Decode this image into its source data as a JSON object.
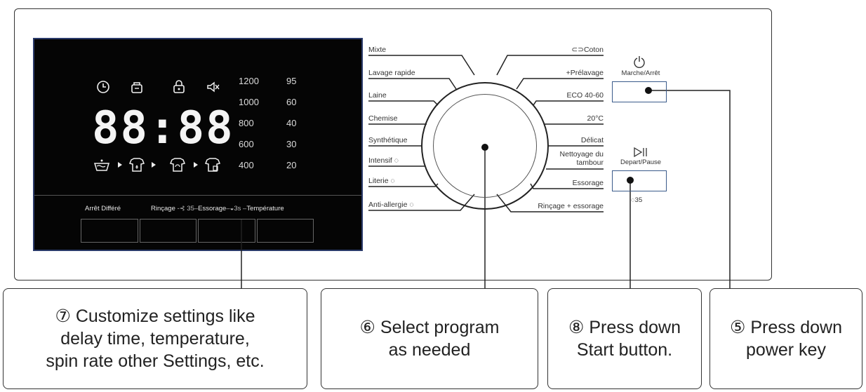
{
  "display": {
    "time": "88:88",
    "spin_values": [
      "1200",
      "1000",
      "800",
      "600",
      "400"
    ],
    "temp_values": [
      "95",
      "60",
      "40",
      "30",
      "20"
    ],
    "buttons": {
      "delay": "Arrêt Différé",
      "rinse": "Rinçage",
      "rinse_timer": "35",
      "spin": "Essorage",
      "spin_timer": "3s",
      "temperature": "Température"
    },
    "icons_top": [
      "clock-icon",
      "child-lock-icon",
      "door-lock-icon",
      "mute-icon"
    ],
    "icons_phase": [
      "wash-icon",
      "rinse-icon",
      "spin-icon",
      "end-icon"
    ]
  },
  "programs_left": [
    "Mixte",
    "Lavage rapide",
    "Laine",
    "Chemise",
    "Synthétique",
    "Intensif",
    "Literie",
    "Anti-allergie"
  ],
  "programs_right": [
    "Coton",
    "+Prélavage",
    "ECO 40-60",
    "20°C",
    "Délicat",
    "Nettoyage du",
    "tambour",
    "Essorage",
    "Rinçage + essorage"
  ],
  "power": {
    "label": "Marche/Arrêt"
  },
  "start": {
    "label": "Depart/Pause",
    "sublabel": "35"
  },
  "callouts": {
    "c7": [
      "⑦ Customize settings like",
      "delay time, temperature,",
      "spin rate other Settings, etc."
    ],
    "c6": [
      "⑥ Select program",
      "as needed"
    ],
    "c8": [
      "⑧ Press down",
      "Start button."
    ],
    "c5": [
      "⑤ Press down",
      "power key"
    ]
  },
  "colors": {
    "display_bg": "#050505",
    "display_border": "#2a3a6a",
    "button_border": "#3a5a8a"
  }
}
